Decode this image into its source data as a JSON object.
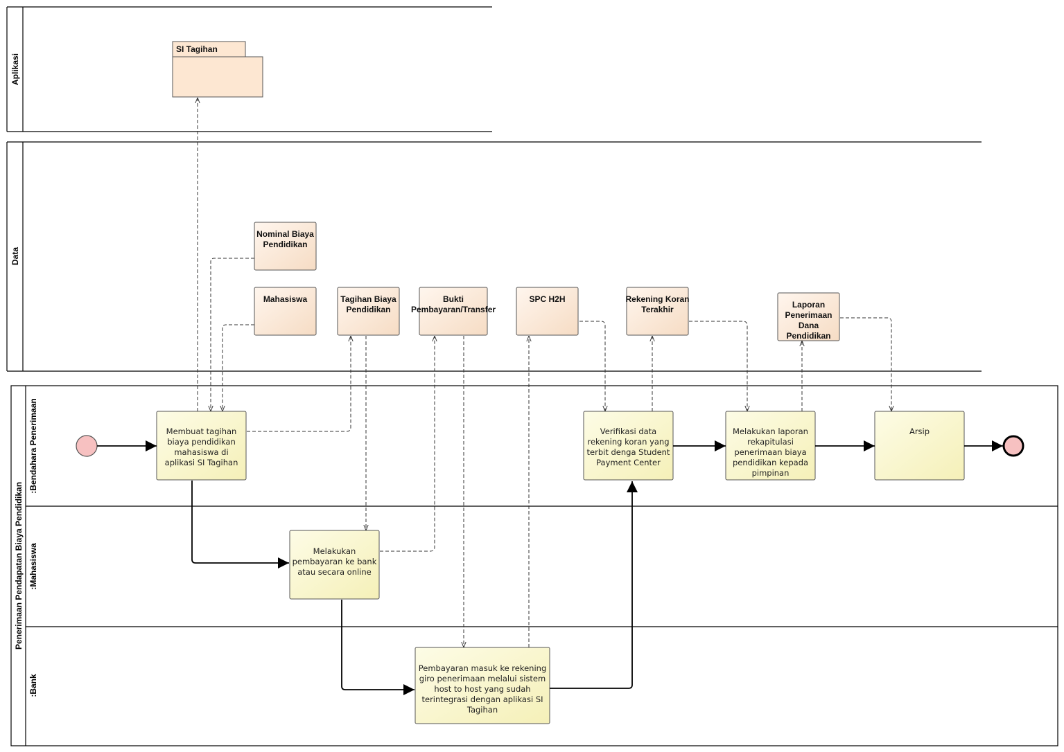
{
  "swimlanes": {
    "aplikasi": "Aplikasi",
    "data": "Data",
    "pool": "Penerimaan Pendapatan Biaya Pendidikan",
    "bendahara": ":Bendahara Penerimaan",
    "mahasiswa": ":Mahasiswa",
    "bank": ":Bank"
  },
  "package": {
    "label": "SI Tagihan"
  },
  "data_objects": {
    "nominal": [
      "Nominal Biaya",
      "Pendidikan"
    ],
    "mahasiswa": [
      "Mahasiswa"
    ],
    "tagihan": [
      "Tagihan Biaya",
      "Pendidikan"
    ],
    "bukti": [
      "Bukti",
      "Pembayaran/Transfer"
    ],
    "spc": [
      "SPC H2H"
    ],
    "rekening": [
      "Rekening Koran",
      "Terakhir"
    ],
    "laporan": [
      "Laporan",
      "Penerimaan",
      "Dana",
      "Pendidikan"
    ]
  },
  "tasks": {
    "membuat": [
      "Membuat tagihan",
      "biaya pendidikan",
      "mahasiswa di",
      "aplikasi SI Tagihan"
    ],
    "melakukan_bayar": [
      "Melakukan",
      "pembayaran ke bank",
      "atau secara online"
    ],
    "pembayaran_masuk": [
      "Pembayaran masuk ke rekening",
      "giro penerimaan melalui sistem",
      "host to host yang sudah",
      "terintegrasi dengan aplikasi SI",
      "Tagihan"
    ],
    "verifikasi": [
      "Verifikasi data",
      "rekening koran yang",
      "terbit denga Student",
      "Payment Center"
    ],
    "laporan": [
      "Melakukan laporan",
      "rekapitulasi",
      "penerimaan biaya",
      "pendidikan kepada",
      "pimpinan"
    ],
    "arsip": [
      "Arsip"
    ]
  },
  "colors": {
    "task_fill_top": "#fdfce6",
    "task_fill_bottom": "#f5f0b8",
    "data_fill_top": "#fff6ee",
    "data_fill_bottom": "#f6dcc4",
    "package_fill": "#fde7d2",
    "event_fill": "#f7c1c1"
  }
}
